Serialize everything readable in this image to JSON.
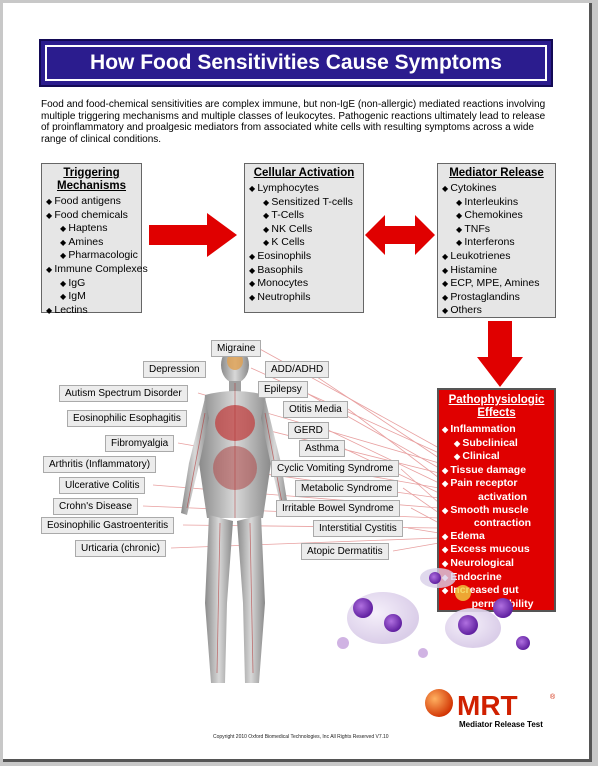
{
  "title": "How Food Sensitivities Cause Symptoms",
  "intro": "Food and food-chemical sensitivities are complex immune, but non-IgE (non-allergic) mediated reactions involving multiple triggering mechanisms and multiple classes of leukocytes.  Pathogenic reactions ultimately lead to release of proinflammatory and proalgesic mediators from associated white cells with resulting symptoms across a wide range of clinical conditions.",
  "triggering": {
    "title": "Triggering Mechanisms",
    "items": [
      {
        "text": "Food antigens",
        "level": 1
      },
      {
        "text": "Food chemicals",
        "level": 1
      },
      {
        "text": "Haptens",
        "level": 2
      },
      {
        "text": "Amines",
        "level": 2
      },
      {
        "text": "Pharmacologic",
        "level": 2
      },
      {
        "text": "Immune Complexes",
        "level": 1
      },
      {
        "text": "IgG",
        "level": 2
      },
      {
        "text": "IgM",
        "level": 2
      },
      {
        "text": "Lectins",
        "level": 1
      }
    ]
  },
  "cellular": {
    "title": "Cellular Activation",
    "items": [
      {
        "text": "Lymphocytes",
        "level": 1
      },
      {
        "text": "Sensitized T-cells",
        "level": 2
      },
      {
        "text": "T-Cells",
        "level": 2
      },
      {
        "text": "NK Cells",
        "level": 2
      },
      {
        "text": "K Cells",
        "level": 2
      },
      {
        "text": "Eosinophils",
        "level": 1
      },
      {
        "text": "Basophils",
        "level": 1
      },
      {
        "text": "Monocytes",
        "level": 1
      },
      {
        "text": "Neutrophils",
        "level": 1
      }
    ]
  },
  "mediator": {
    "title": "Mediator Release",
    "items": [
      {
        "text": "Cytokines",
        "level": 1
      },
      {
        "text": "Interleukins",
        "level": 2
      },
      {
        "text": "Chemokines",
        "level": 2
      },
      {
        "text": "TNFs",
        "level": 2
      },
      {
        "text": "Interferons",
        "level": 2
      },
      {
        "text": "Leukotrienes",
        "level": 1
      },
      {
        "text": "Histamine",
        "level": 1
      },
      {
        "text": "ECP, MPE, Amines",
        "level": 1
      },
      {
        "text": "Prostaglandins",
        "level": 1
      },
      {
        "text": "Others",
        "level": 1
      }
    ]
  },
  "patho": {
    "title_line1": "Pathophysiologic",
    "title_line2": "Effects",
    "items": [
      {
        "text": "Inflammation",
        "level": 1
      },
      {
        "text": "Subclinical",
        "level": 2
      },
      {
        "text": "Clinical",
        "level": 2
      },
      {
        "text": "Tissue damage",
        "level": 1
      },
      {
        "text": "Pain receptor",
        "level": 1
      },
      {
        "text": "activation",
        "level": 3
      },
      {
        "text": "Smooth muscle",
        "level": 1
      },
      {
        "text": "contraction",
        "level": 3
      },
      {
        "text": "Edema",
        "level": 1
      },
      {
        "text": "Excess mucous",
        "level": 1
      },
      {
        "text": "Neurological",
        "level": 1
      },
      {
        "text": "Endocrine",
        "level": 1
      },
      {
        "text": "Increased gut",
        "level": 1
      },
      {
        "text": "permeability",
        "level": 3
      }
    ]
  },
  "conditions": [
    "Migraine",
    "Depression",
    "ADD/ADHD",
    "Autism Spectrum Disorder",
    "Epilepsy",
    "Eosinophilic Esophagitis",
    "Otitis Media",
    "GERD",
    "Fibromyalgia",
    "Asthma",
    "Arthritis (Inflammatory)",
    "Cyclic Vomiting Syndrome",
    "Ulcerative Colitis",
    "Metabolic Syndrome",
    "Crohn's Disease",
    "Irritable Bowel Syndrome",
    "Eosinophilic Gastroenteritis",
    "Interstitial Cystitis",
    "Urticaria (chronic)",
    "Atopic Dermatitis"
  ],
  "logo": {
    "brand": "MRT",
    "registered": "®",
    "subtitle": "Mediator Release Test"
  },
  "copyright": "Copyright 2010 Oxford Biomedical Technologies, Inc All Rights Reserved V7.10",
  "colors": {
    "title_bg": "#2b1c8e",
    "arrow": "#e00000",
    "patho_bg": "#e00000",
    "box_bg": "#e6e6e6"
  }
}
